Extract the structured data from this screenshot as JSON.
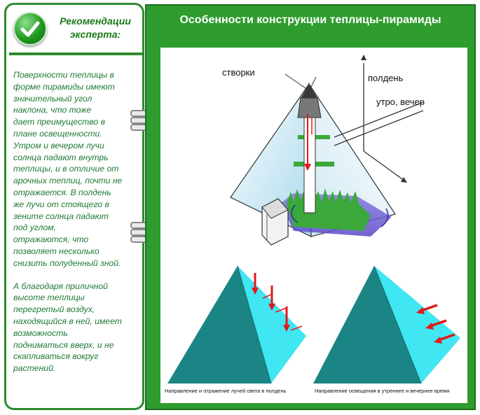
{
  "sidebar": {
    "title_line1": "Рекомендации",
    "title_line2": "эксперта:",
    "paragraph1_lines": [
      "Поверхности теплицы в",
      "форме пирамиды имеют",
      "значительный угол",
      "наклона, что тоже",
      "дает преимущество в",
      "плане освещенности.",
      "Утром и вечером лучи",
      "солнца падают внутрь",
      "теплицы, и в отличие от",
      "арочных теплиц, почти не",
      "отражается. В полдень",
      "же лучи от стоящего в",
      "зените солнца падают",
      "под углом,",
      "отражаются, что",
      "позволяет несколько",
      "снизить полуденный зной."
    ],
    "paragraph2_lines": [
      "А благодаря приличной",
      "высоте теплицы",
      "перегретый воздух,",
      "находящийся в ней, имеет",
      "возможность",
      "подниматься вверх, и не",
      "скапливаться вокруг",
      "растений."
    ]
  },
  "main": {
    "title": "Особенности конструкции теплицы-пирамиды",
    "diagram_labels": {
      "vents": "створки",
      "noon": "полдень",
      "morning_evening": "утро, вечер"
    },
    "caption_left": "Направление и отражение лучей света в полдень",
    "caption_right": "Направление освещения в утреннее и вечернее время"
  },
  "colors": {
    "accent_green": "#2e9c2e",
    "text_green": "#1e7a34",
    "pyramid_dark": "#1b8585",
    "pyramid_light": "#40e6f2",
    "arrow_red": "#e01a1a"
  }
}
